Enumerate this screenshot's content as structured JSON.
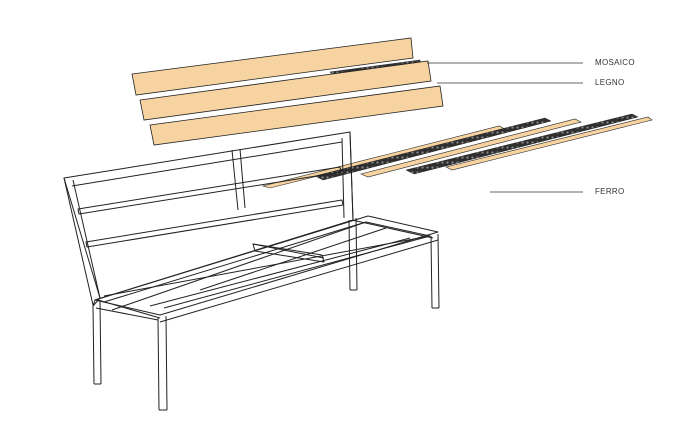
{
  "labels": {
    "mosaico": "MOSAICO",
    "legno": "LEGNO",
    "ferro": "FERRO"
  },
  "colors": {
    "wood": "#f6d3a0",
    "mosaic": "#2f2f2f",
    "frame_line": "#222222",
    "leader_line": "#333333"
  }
}
